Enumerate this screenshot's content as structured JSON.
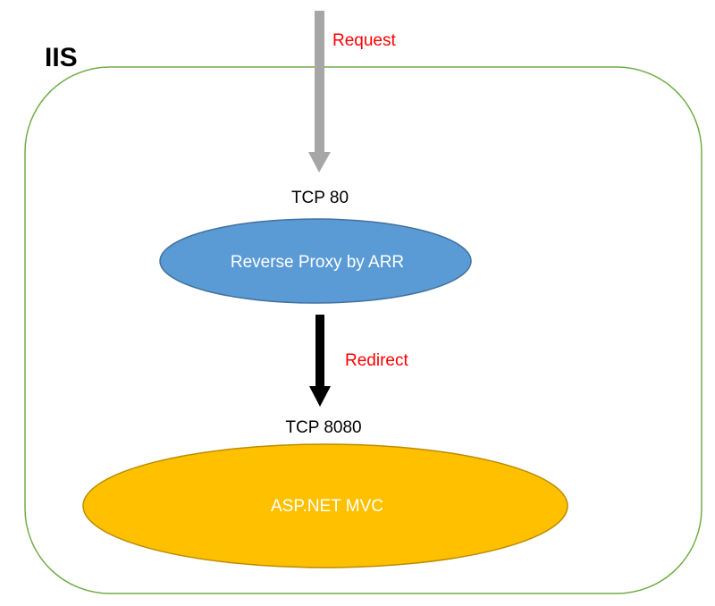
{
  "container": {
    "title": "IIS"
  },
  "edges": {
    "request_label": "Request",
    "redirect_label": "Redirect"
  },
  "ports": {
    "proxy_port": "TCP 80",
    "app_port": "TCP 8080"
  },
  "nodes": {
    "proxy_label": "Reverse Proxy by ARR",
    "app_label": "ASP.NET MVC"
  },
  "colors": {
    "container_border": "#70ad47",
    "request_arrow": "#a6a6a6",
    "redirect_arrow": "#000000",
    "proxy_fill": "#5b9bd5",
    "proxy_stroke": "#41719c",
    "app_fill": "#ffc000",
    "app_stroke": "#bc8c00",
    "edge_label": "#ff0000"
  }
}
